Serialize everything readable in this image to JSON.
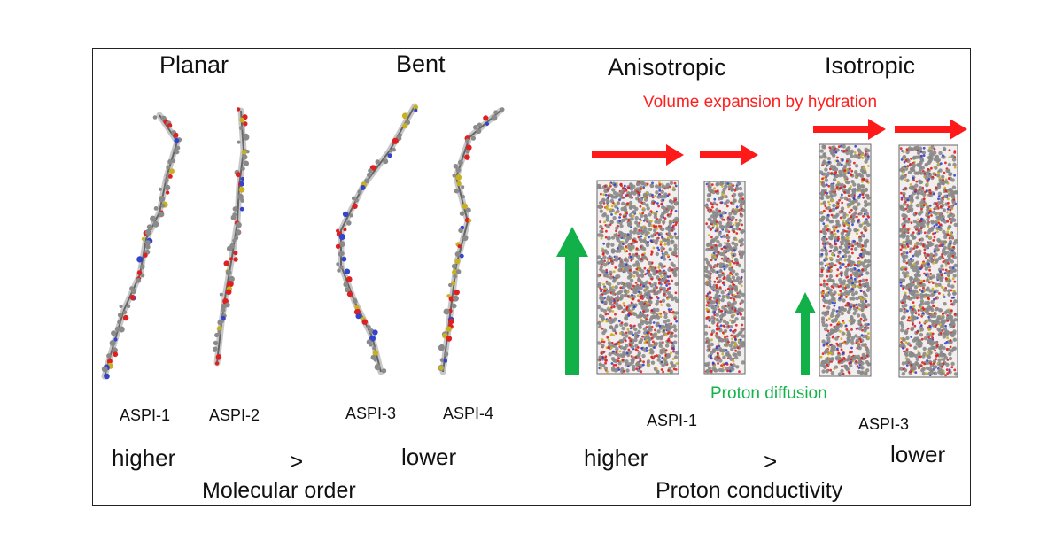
{
  "headings": {
    "planar": "Planar",
    "bent": "Bent",
    "anisotropic": "Anisotropic",
    "isotropic": "Isotropic"
  },
  "annotations": {
    "volume_expansion": "Volume expansion by hydration",
    "proton_diffusion": "Proton diffusion"
  },
  "molecules": {
    "aspi1": "ASPI-1",
    "aspi2": "ASPI-2",
    "aspi3": "ASPI-3",
    "aspi4": "ASPI-4",
    "box_aspi1": "ASPI-1",
    "box_aspi3": "ASPI-3"
  },
  "comparison_left": {
    "higher": "higher",
    "gt": ">",
    "lower": "lower",
    "property": "Molecular order"
  },
  "comparison_right": {
    "higher": "higher",
    "gt": ">",
    "lower": "lower",
    "property": "Proton conductivity"
  },
  "colors": {
    "red_arrow": "#ff1a1a",
    "green_arrow": "#12b048",
    "carbon": "#8a8a8a",
    "oxygen": "#e02020",
    "nitrogen": "#3344cc",
    "sulfur": "#c8b020"
  }
}
